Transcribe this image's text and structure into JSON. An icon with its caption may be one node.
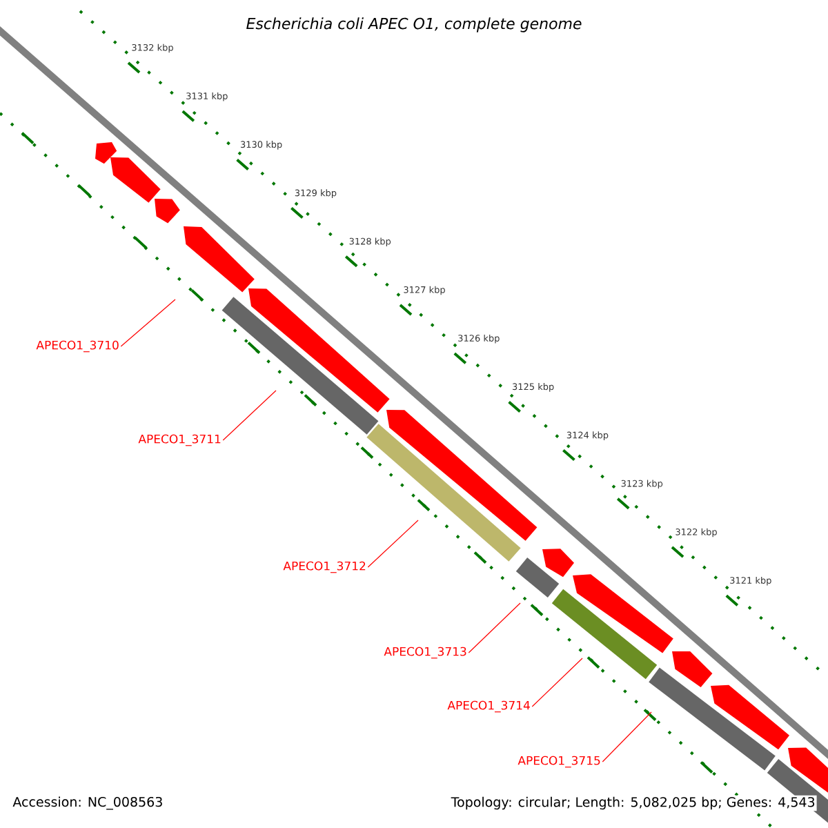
{
  "diagram": {
    "title": "Escherichia coli APEC O1, complete genome",
    "nodes": [
      {
        "text": [
          "APECO1_3710"
        ]
      },
      {
        "text": [
          "APECO1_3711"
        ]
      },
      {
        "text": [
          "APECO1_3712"
        ]
      },
      {
        "text": [
          "APECO1_3713"
        ]
      },
      {
        "text": [
          "APECO1_3714"
        ]
      },
      {
        "text": [
          "APECO1_3715"
        ]
      }
    ],
    "edges": [
      {
        "from": 0,
        "to": null,
        "arrow": "none",
        "color": "#ff0000"
      },
      {
        "from": 1,
        "to": null,
        "arrow": "none",
        "color": "#ff0000"
      },
      {
        "from": 2,
        "to": null,
        "arrow": "none",
        "color": "#ff0000"
      },
      {
        "from": 3,
        "to": null,
        "arrow": "none",
        "color": "#ff0000"
      },
      {
        "from": 4,
        "to": null,
        "arrow": "none",
        "color": "#ff0000"
      },
      {
        "from": 5,
        "to": null,
        "arrow": "none",
        "color": "#ff0000"
      }
    ],
    "labels": [
      "3132 kbp",
      "3131 kbp",
      "3130 kbp",
      "3129 kbp",
      "3128 kbp",
      "3127 kbp",
      "3126 kbp",
      "3125 kbp",
      "3124 kbp",
      "3123 kbp",
      "3122 kbp",
      "3121 kbp",
      "Accession: NC_008563",
      "Topology: circular; Length: 5,082,025 bp; Genes: 4,543"
    ]
  }
}
